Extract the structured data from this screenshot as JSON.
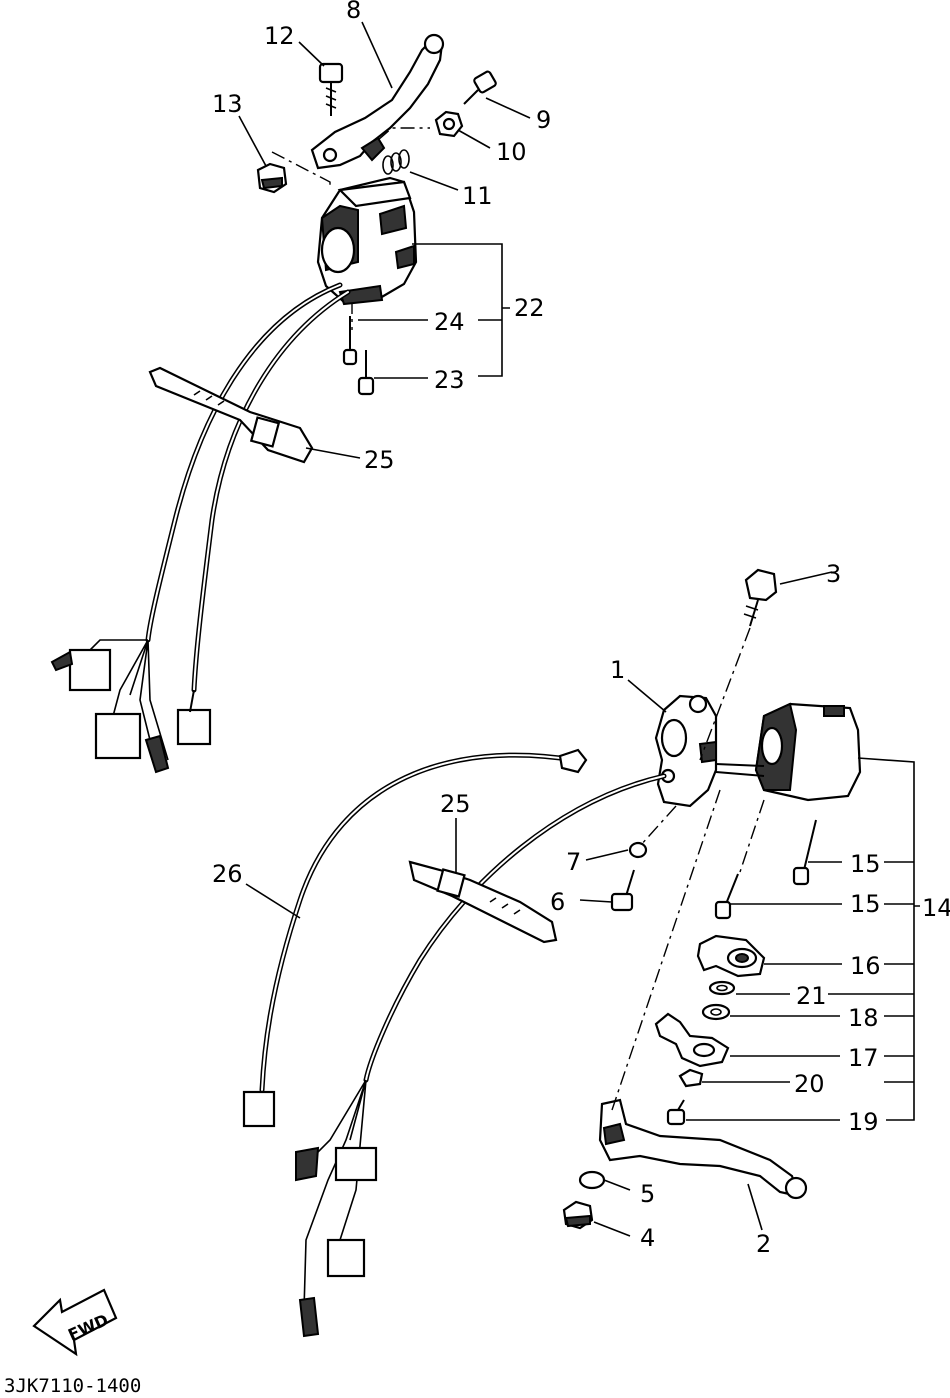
{
  "diagram_code": "3JK7110-1400",
  "fwd_label": "FWD",
  "callouts": {
    "p1": "1",
    "p2": "2",
    "p3": "3",
    "p4": "4",
    "p5": "5",
    "p6": "6",
    "p7": "7",
    "p8": "8",
    "p9": "9",
    "p10": "10",
    "p11": "11",
    "p12": "12",
    "p13": "13",
    "p14": "14",
    "p15a": "15",
    "p15b": "15",
    "p16": "16",
    "p17": "17",
    "p18": "18",
    "p19": "19",
    "p20": "20",
    "p21": "21",
    "p22": "22",
    "p23": "23",
    "p24": "24",
    "p25a": "25",
    "p25b": "25",
    "p26": "26"
  }
}
